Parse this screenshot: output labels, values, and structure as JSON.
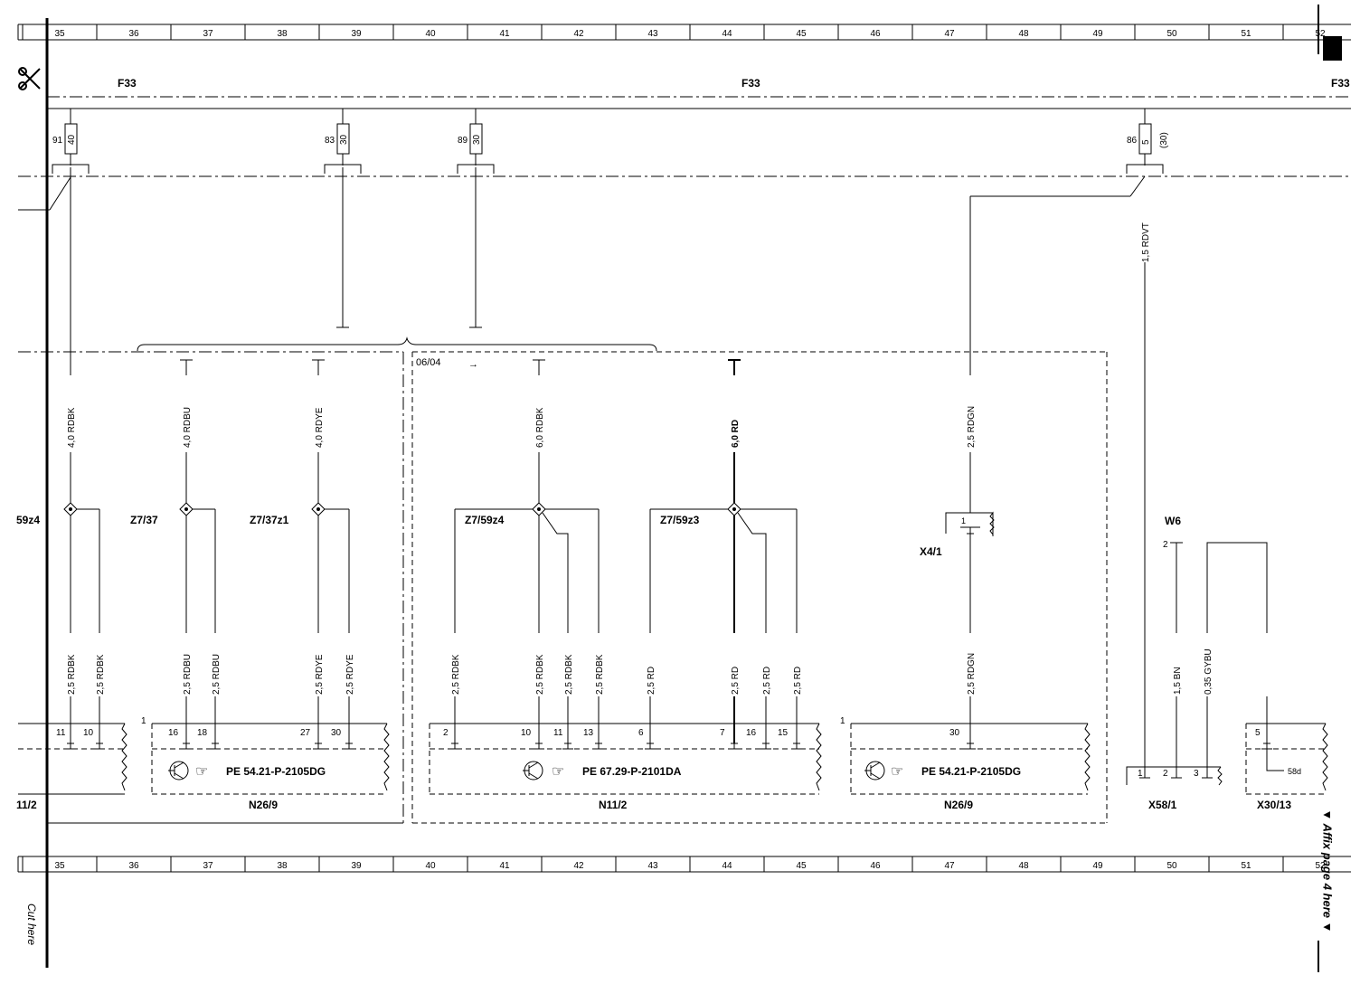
{
  "ruler": {
    "top": [
      "35",
      "36",
      "37",
      "38",
      "39",
      "40",
      "41",
      "42",
      "43",
      "44",
      "45",
      "46",
      "47",
      "48",
      "49",
      "50",
      "51",
      "52"
    ],
    "bottom": [
      "35",
      "36",
      "37",
      "38",
      "39",
      "40",
      "41",
      "42",
      "43",
      "44",
      "45",
      "46",
      "47",
      "48",
      "49",
      "50",
      "51",
      "52"
    ]
  },
  "bus": {
    "label_left": "F33",
    "label_mid": "F33",
    "label_right": "F33"
  },
  "fuses": [
    {
      "num": "91",
      "rating": "40"
    },
    {
      "num": "83",
      "rating": "30"
    },
    {
      "num": "89",
      "rating": "30"
    },
    {
      "num": "86",
      "rating": "5",
      "extra": "(30)"
    }
  ],
  "wires_upper": [
    "4,0 RDBK",
    "4,0 RDBU",
    "4,0 RDYE",
    "6,0 RDBK",
    "6,0 RD",
    "2,5 RDGN",
    "1,5 RDVT"
  ],
  "splices": [
    "59z4",
    "Z7/37",
    "Z7/37z1",
    "Z7/59z4",
    "Z7/59z3"
  ],
  "connector_x4": "X4/1",
  "connector_x4_pin": "1",
  "w6": {
    "label": "W6",
    "pin": "2"
  },
  "version_label": "06/04",
  "version_arrow": "→",
  "wires_lower": [
    "2,5 RDBK",
    "2,5 RDBK",
    "2,5 RDBU",
    "2,5 RDBU",
    "2,5 RDYE",
    "2,5 RDYE",
    "2,5 RDBK",
    "2,5 RDBK",
    "2,5 RDBK",
    "2,5 RDBK",
    "2,5 RD",
    "2,5 RD",
    "2,5 RD",
    "2,5 RD",
    "2,5 RDGN",
    "1,5 BN",
    "0,35 GYBU"
  ],
  "pins": [
    "11",
    "10",
    "16",
    "18",
    "27",
    "30",
    "2",
    "10",
    "11",
    "13",
    "6",
    "7",
    "16",
    "15",
    "30",
    "1",
    "2",
    "3",
    "5"
  ],
  "box_marks": [
    "1",
    "1"
  ],
  "components": {
    "left_partial": "11/2",
    "n26_left": {
      "ref": "PE 54.21-P-2105DG",
      "name": "N26/9"
    },
    "n11": {
      "ref": "PE 67.29-P-2101DA",
      "name": "N11/2"
    },
    "n26_right": {
      "ref": "PE 54.21-P-2105DG",
      "name": "N26/9"
    },
    "x58": "X58/1",
    "x30": "X30/13",
    "x30_pin": "58d"
  },
  "margin": {
    "cut_here": "Cut here",
    "affix": "▼ Affix page 4 here ▼"
  }
}
